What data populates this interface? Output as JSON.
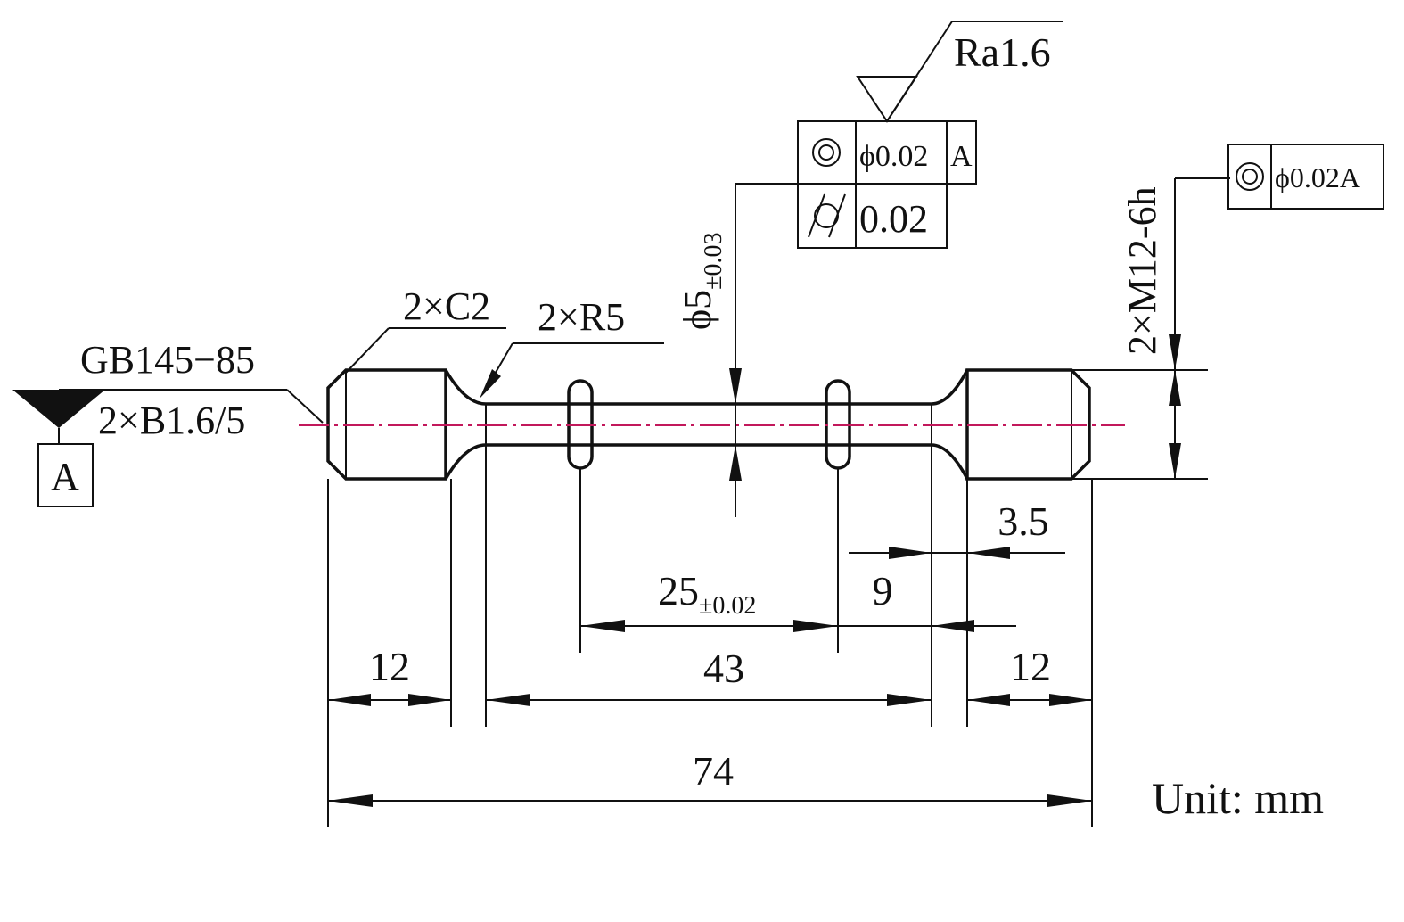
{
  "drawing": {
    "roughness_symbol": "Ra1.6",
    "datum_label": "A",
    "center_hole_standard": "GB145−85",
    "center_hole_spec": "2×B1.6/5",
    "chamfer": "2×C2",
    "fillet_radius": "2×R5",
    "gauge_diameter_main": "ϕ5",
    "gauge_diameter_tol": "±0.03",
    "thread_spec": "2×M12-6h",
    "tolerance_frame_center": {
      "row1_symbol_icon": "concentricity-icon",
      "row1_value": "ϕ0.02",
      "row1_datum": "A",
      "row2_symbol_icon": "cylindricity-icon",
      "row2_value": "0.02"
    },
    "tolerance_frame_right": {
      "symbol_icon": "concentricity-icon",
      "value": "ϕ0.02A"
    },
    "dimensions": {
      "d_3_5": "3.5",
      "d_9": "9",
      "d_25_main": "25",
      "d_25_tol": "±0.02",
      "d_12_left": "12",
      "d_43": "43",
      "d_12_right": "12",
      "d_74": "74"
    },
    "unit_label": "Unit: mm"
  }
}
